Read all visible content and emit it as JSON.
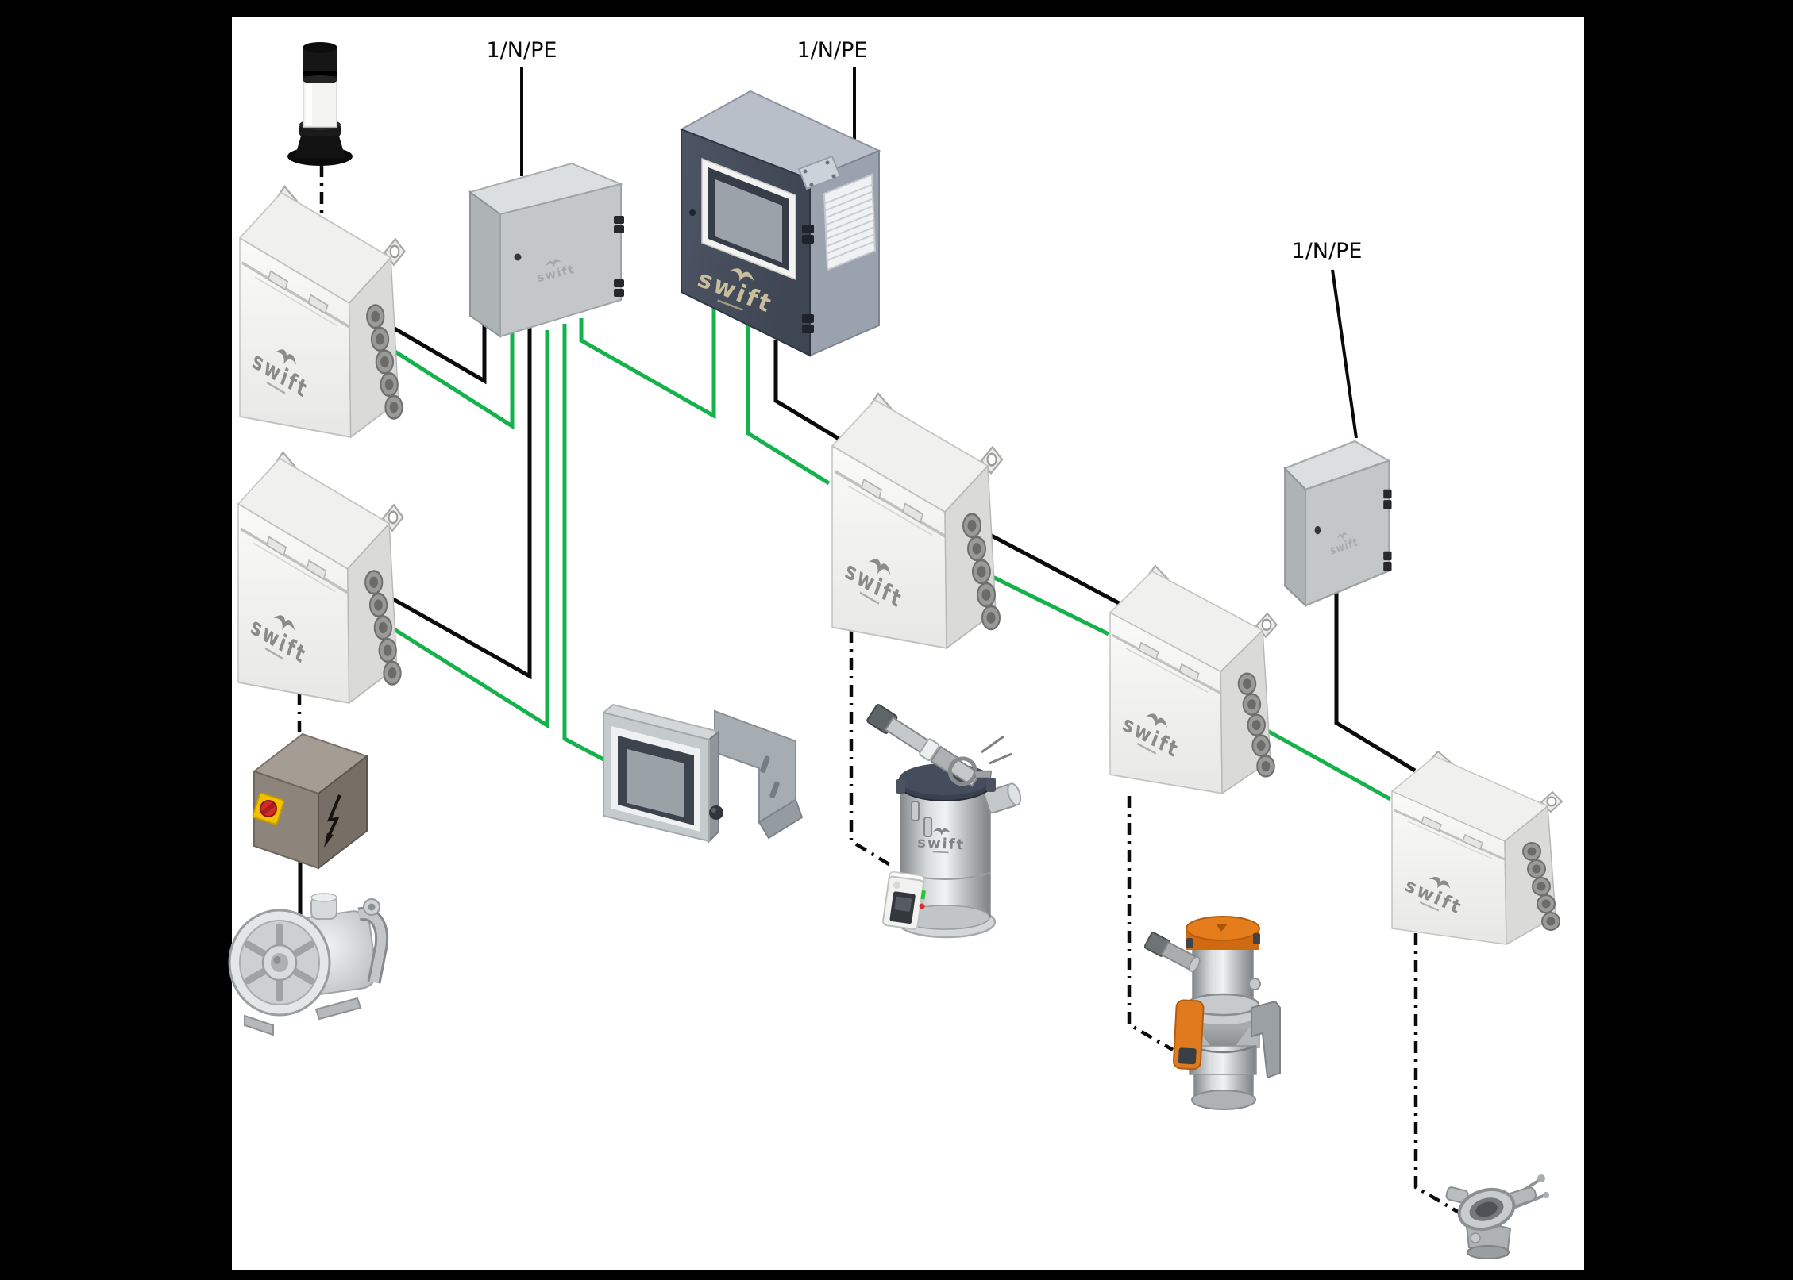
{
  "diagram": {
    "background": "#000000",
    "canvas_color": "#ffffff",
    "brand": {
      "name": "swift"
    },
    "power_labels": [
      {
        "id": "left",
        "text": "1/N/PE"
      },
      {
        "id": "center",
        "text": "1/N/PE"
      },
      {
        "id": "right",
        "text": "1/N/PE"
      }
    ],
    "wires": {
      "power_color": "#0a0a0a",
      "network_color": "#15b24c",
      "control_line_style": "dash-dot"
    },
    "devices": [
      {
        "id": "signal-beacon"
      },
      {
        "id": "control-box-1"
      },
      {
        "id": "control-box-2"
      },
      {
        "id": "junction-box-1"
      },
      {
        "id": "main-control-panel"
      },
      {
        "id": "hmi-panel"
      },
      {
        "id": "disconnect-switch"
      },
      {
        "id": "blower"
      },
      {
        "id": "control-box-3"
      },
      {
        "id": "vacuum-conveyor-1"
      },
      {
        "id": "control-box-4"
      },
      {
        "id": "vacuum-conveyor-2"
      },
      {
        "id": "junction-box-2"
      },
      {
        "id": "control-box-5"
      },
      {
        "id": "rotary-valve"
      }
    ]
  }
}
